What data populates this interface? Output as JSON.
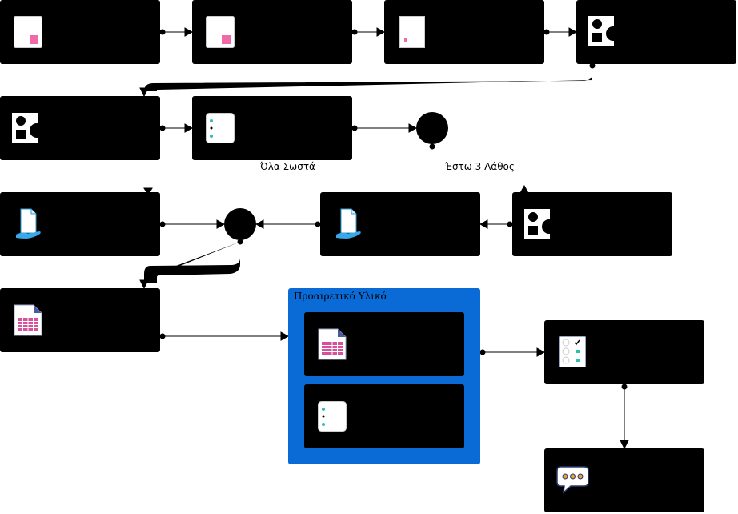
{
  "group": {
    "title": "Προαιρετικό Υλικό"
  },
  "edge_labels": {
    "all_correct": "Όλα Σωστά",
    "at_least_3_wrong": "Έστω 3 Λάθος"
  },
  "colors": {
    "node_fill": "#000000",
    "group_fill": "#0a6bd6",
    "accent_pink": "#f06aa8",
    "accent_teal": "#2bc0b4"
  },
  "nodes": [
    {
      "id": "n1",
      "icon": "document-icon"
    },
    {
      "id": "n2",
      "icon": "document-icon"
    },
    {
      "id": "n3",
      "icon": "document-small-icon"
    },
    {
      "id": "n4",
      "icon": "shapes-icon"
    },
    {
      "id": "n5",
      "icon": "shapes-icon"
    },
    {
      "id": "n6",
      "icon": "list-icon"
    },
    {
      "id": "g1",
      "icon": "decision-circle"
    },
    {
      "id": "n7",
      "icon": "hand-document-icon"
    },
    {
      "id": "g2",
      "icon": "decision-circle"
    },
    {
      "id": "n8",
      "icon": "hand-document-icon"
    },
    {
      "id": "n9",
      "icon": "shapes-icon"
    },
    {
      "id": "n10",
      "icon": "spreadsheet-icon"
    },
    {
      "id": "n11",
      "icon": "spreadsheet-icon"
    },
    {
      "id": "n12",
      "icon": "list-icon"
    },
    {
      "id": "n13",
      "icon": "checklist-icon"
    },
    {
      "id": "n14",
      "icon": "chat-bubble-icon"
    }
  ]
}
